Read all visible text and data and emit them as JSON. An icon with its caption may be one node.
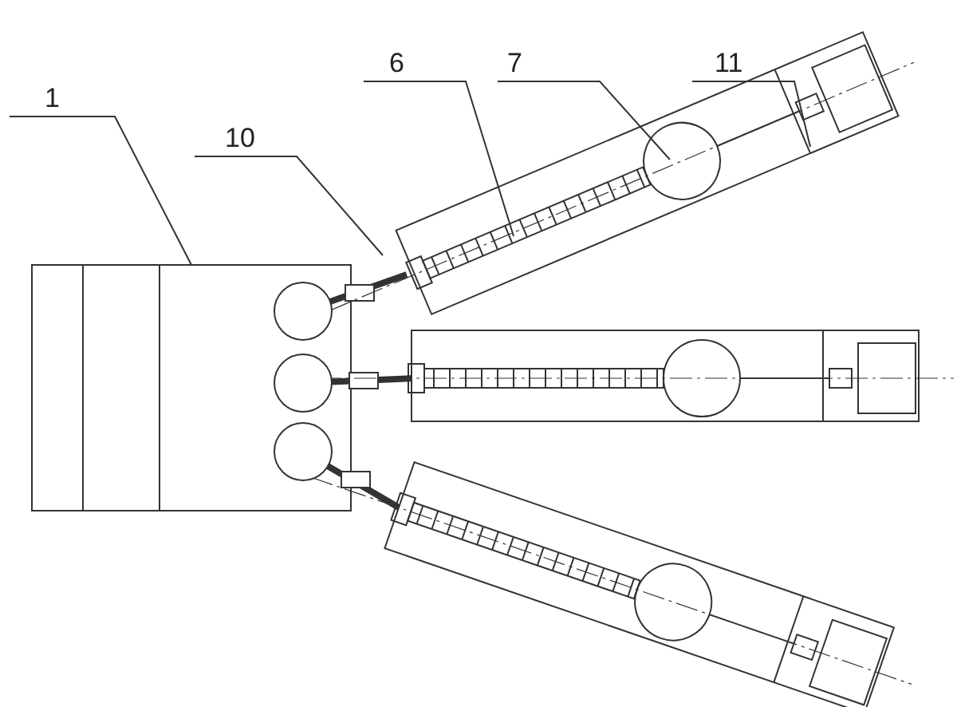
{
  "diagram": {
    "nodes": [
      {
        "text": [
          "1"
        ]
      },
      {
        "text": [
          "10"
        ]
      },
      {
        "text": [
          "6"
        ]
      },
      {
        "text": [
          "7"
        ]
      },
      {
        "text": [
          "11"
        ]
      }
    ],
    "edges": [
      {
        "from": 0,
        "to": null,
        "arrow": "none"
      },
      {
        "from": 1,
        "to": null,
        "arrow": "none"
      },
      {
        "from": 2,
        "to": null,
        "arrow": "none"
      },
      {
        "from": 3,
        "to": null,
        "arrow": "none"
      },
      {
        "from": 4,
        "to": null,
        "arrow": "none"
      }
    ]
  }
}
